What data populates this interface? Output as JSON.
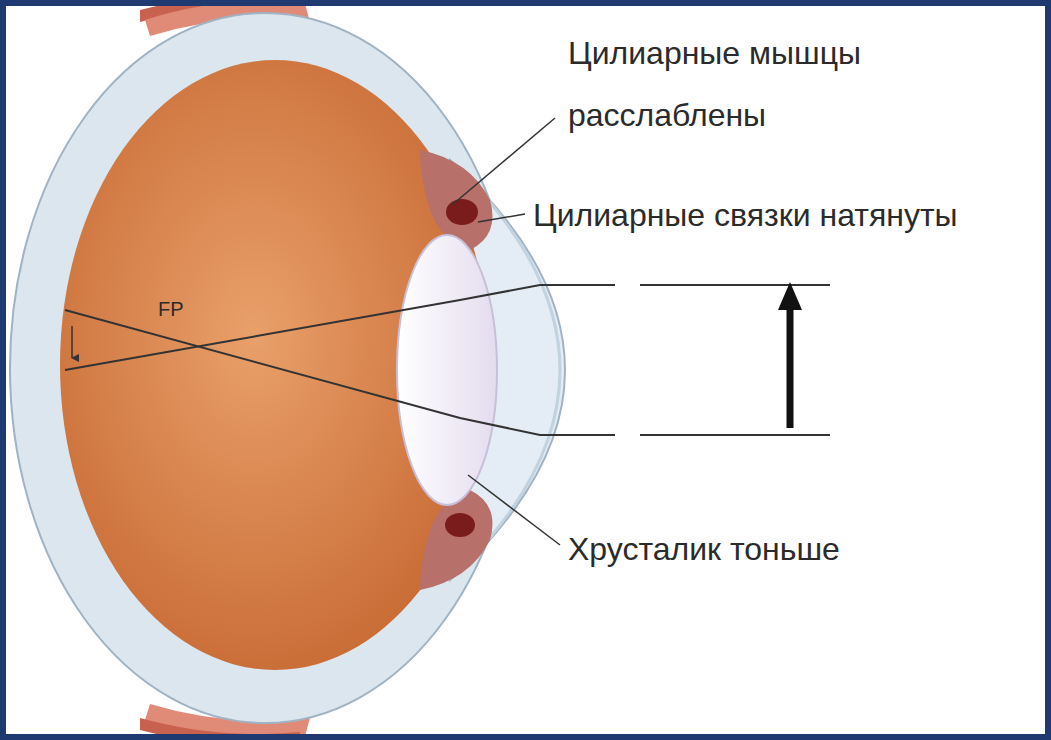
{
  "diagram": {
    "labels": [
      "Цилиарные мышцы расслаблены",
      "Цилиарные связки натянуты",
      "FP",
      "Хрусталик тоньше"
    ]
  }
}
